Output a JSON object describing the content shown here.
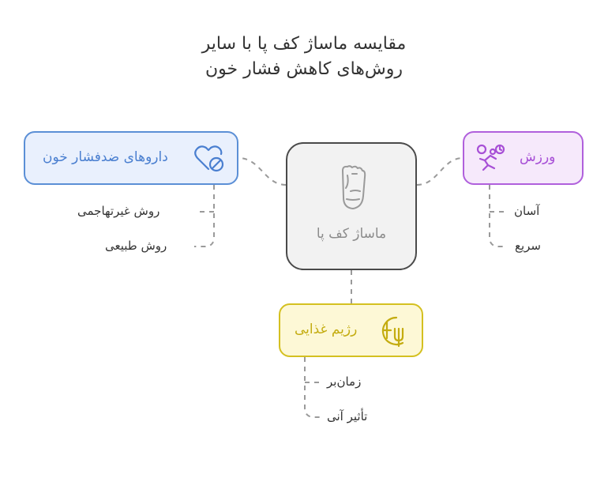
{
  "title": {
    "line1": "مقایسه ماساژ کف پا با سایر",
    "line2": "روش‌های کاهش فشار خون"
  },
  "center": {
    "label": "ماساژ کف پا",
    "icon": "foot-icon"
  },
  "nodes": {
    "drugs": {
      "label": "داروهای ضدفشار خون",
      "icon": "heart-blocked-icon",
      "color": "#5b8fd6",
      "items": [
        "روش غیرتهاجمی",
        "روش طبیعی"
      ]
    },
    "exercise": {
      "label": "ورزش",
      "icon": "running-icon",
      "color": "#b060dc",
      "items": [
        "آسان",
        "سریع"
      ]
    },
    "diet": {
      "label": "رژیم غذایی",
      "icon": "diet-plate-icon",
      "color": "#d4c020",
      "items": [
        "زمان‌بر",
        "تأثیر آنی"
      ]
    }
  }
}
